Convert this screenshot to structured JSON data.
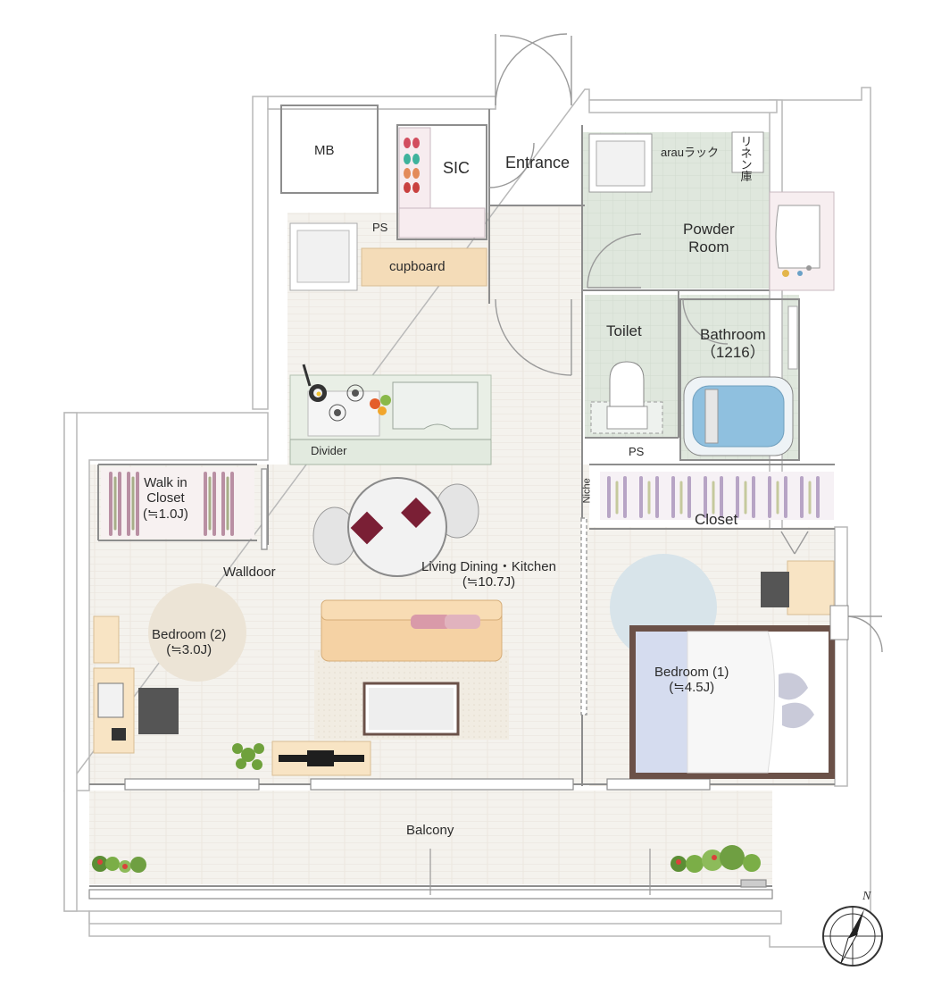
{
  "rooms": {
    "mb": "MB",
    "sic": "SIC",
    "entrance": "Entrance",
    "arau_rack": "arauラック",
    "linen_cabinet": "リネン庫",
    "powder_room": [
      "Powder",
      "Room"
    ],
    "ps_top": "PS",
    "cupboard": "cupboard",
    "toilet": "Toilet",
    "bathroom": [
      "Bathroom",
      "（1216）"
    ],
    "divider": "Divider",
    "ps_bottom": "PS",
    "niche": "Niche",
    "walk_in_closet": [
      "Walk in",
      "Closet",
      "(≒1.0J)"
    ],
    "closet": "Closet",
    "walldoor": "Walldoor",
    "ldk": [
      "Living Dining・Kitchen",
      "(≒10.7J)"
    ],
    "bedroom2": [
      "Bedroom (2)",
      "(≒3.0J)"
    ],
    "bedroom1": [
      "Bedroom (1)",
      "(≒4.5J)"
    ],
    "balcony": "Balcony"
  },
  "compass": {
    "label": "N"
  },
  "colors": {
    "wall": "#c9c9c9",
    "floor_wood": "#f3f1ec",
    "wet_area": "#dde6dc",
    "cupboard": "#f4dcb8",
    "sofa": "#f5d2a4",
    "rug_round": "#ece4d6",
    "rug_blue": "#d8e4ea",
    "bath_water": "#8fc0df",
    "bed_frame": "#6b5148",
    "linen": "#ffffff",
    "blanket": "#d5dcef"
  }
}
